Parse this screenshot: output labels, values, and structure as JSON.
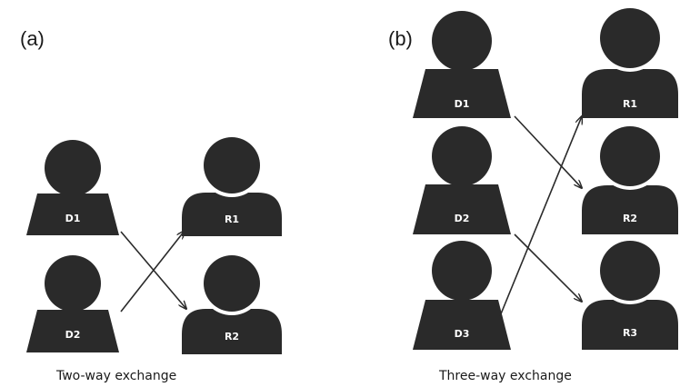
{
  "panel_a": {
    "label": "(a)",
    "caption": "Two-way exchange",
    "donors": [
      "D1",
      "D2"
    ],
    "recipients": [
      "R1",
      "R2"
    ]
  },
  "panel_b": {
    "label": "(b)",
    "caption": "Three-way exchange",
    "donors": [
      "D1",
      "D2",
      "D3"
    ],
    "recipients": [
      "R1",
      "R2",
      "R3"
    ]
  },
  "colors": {
    "figure": "#2a2a2a",
    "label_text": "#ffffff",
    "background": "#ffffff"
  }
}
